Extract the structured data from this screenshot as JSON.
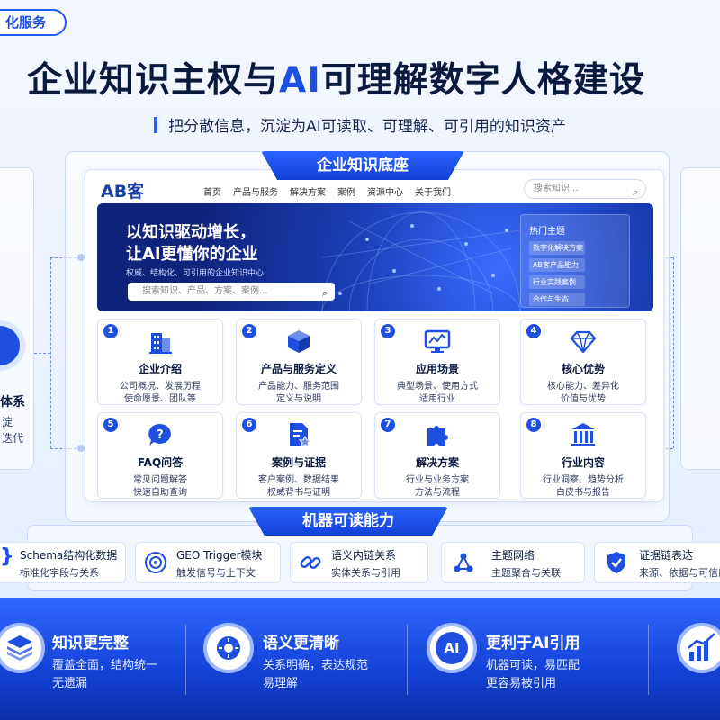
{
  "tag": "化服务",
  "title": {
    "pre": "企业知识主权与",
    "ai": "AI",
    "post": "可理解数字人格建设"
  },
  "subtitle": "把分散信息，沉淀为AI可读取、可理解、可引用的知识资产",
  "left_panel": {
    "title": "体系",
    "line1": "淀",
    "line2": "迭代"
  },
  "foundation_label": "企业知识底座",
  "site": {
    "logo": "AB客",
    "nav": [
      "首页",
      "产品与服务",
      "解决方案",
      "案例",
      "资源中心",
      "关于我们"
    ],
    "search_placeholder": "搜索知识...",
    "hero": {
      "line1": "以知识驱动增长，",
      "line2": "让AI更懂你的企业",
      "sub": "权威、结构化、可引用的企业知识中心",
      "search_placeholder": "搜索知识、产品、方案、案例..."
    },
    "hot": {
      "title": "热门主题",
      "items": [
        "数字化解决方案",
        "AB客产品能力",
        "行业实践案例",
        "合作与生态"
      ]
    }
  },
  "cards": [
    {
      "num": "1",
      "icon": "building-icon",
      "title": "企业介绍",
      "desc1": "公司概况、发展历程",
      "desc2": "使命愿景、团队等"
    },
    {
      "num": "2",
      "icon": "cube-icon",
      "title": "产品与服务定义",
      "desc1": "产品能力、服务范围",
      "desc2": "定义与说明"
    },
    {
      "num": "3",
      "icon": "monitor-chart-icon",
      "title": "应用场景",
      "desc1": "典型场景、使用方式",
      "desc2": "适用行业"
    },
    {
      "num": "4",
      "icon": "diamond-icon",
      "title": "核心优势",
      "desc1": "核心能力、差异化",
      "desc2": "价值与优势"
    },
    {
      "num": "5",
      "icon": "faq-bubble-icon",
      "title": "FAQ问答",
      "desc1": "常见问题解答",
      "desc2": "快速自助查询"
    },
    {
      "num": "6",
      "icon": "document-star-icon",
      "title": "案例与证据",
      "desc1": "客户案例、数据结果",
      "desc2": "权威背书与证明"
    },
    {
      "num": "7",
      "icon": "puzzle-icon",
      "title": "解决方案",
      "desc1": "行业与业务方案",
      "desc2": "方法与流程"
    },
    {
      "num": "8",
      "icon": "institution-icon",
      "title": "行业内容",
      "desc1": "行业洞察、趋势分析",
      "desc2": "白皮书与报告"
    }
  ],
  "machine_label": "机器可读能力",
  "capabilities": [
    {
      "icon": "brace-icon",
      "title": "Schema结构化数据",
      "desc": "标准化字段与关系"
    },
    {
      "icon": "target-icon",
      "title": "GEO Trigger模块",
      "desc": "触发信号与上下文"
    },
    {
      "icon": "link-icon",
      "title": "语义内链关系",
      "desc": "实体关系与引用"
    },
    {
      "icon": "network-icon",
      "title": "主题网络",
      "desc": "主题聚合与关联"
    },
    {
      "icon": "shield-check-icon",
      "title": "证据链表达",
      "desc": "来源、依据与可信度"
    }
  ],
  "benefits": [
    {
      "icon": "layers-icon",
      "title": "知识更完整",
      "desc1": "覆盖全面，结构统一",
      "desc2": "无遗漏"
    },
    {
      "icon": "brain-gear-icon",
      "title": "语义更清晰",
      "desc1": "关系明确，表达规范",
      "desc2": "易理解"
    },
    {
      "icon": "ai-chip-icon",
      "badge": "AI",
      "title": "更利于AI引用",
      "desc1": "机器可读，易匹配",
      "desc2": "更容易被引用"
    },
    {
      "icon": "growth-chart-icon",
      "title": "",
      "desc1": "",
      "desc2": ""
    }
  ]
}
